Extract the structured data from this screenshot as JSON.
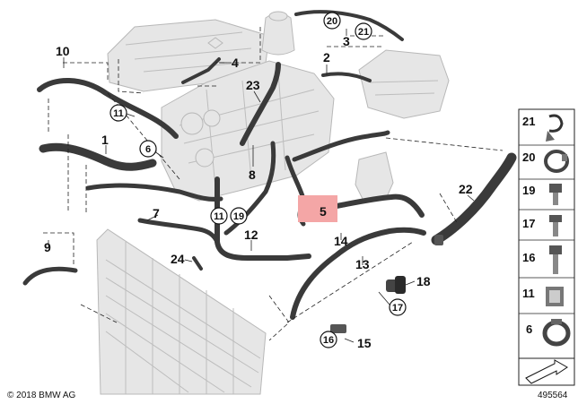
{
  "copyright": "© 2018 BMW AG",
  "diagram_number": "495564",
  "highlight_color": "#f4a6a6",
  "callouts": [
    {
      "id": "c1",
      "label": "1"
    },
    {
      "id": "c2",
      "label": "2"
    },
    {
      "id": "c3",
      "label": "3"
    },
    {
      "id": "c4",
      "label": "4"
    },
    {
      "id": "c5",
      "label": "5",
      "highlighted": true
    },
    {
      "id": "c7",
      "label": "7"
    },
    {
      "id": "c8",
      "label": "8"
    },
    {
      "id": "c9",
      "label": "9"
    },
    {
      "id": "c10",
      "label": "10"
    },
    {
      "id": "c12",
      "label": "12"
    },
    {
      "id": "c13",
      "label": "13"
    },
    {
      "id": "c14",
      "label": "14"
    },
    {
      "id": "c15",
      "label": "15"
    },
    {
      "id": "c18",
      "label": "18"
    },
    {
      "id": "c22",
      "label": "22"
    },
    {
      "id": "c23",
      "label": "23"
    },
    {
      "id": "c24",
      "label": "24"
    }
  ],
  "circled_callouts": [
    {
      "id": "r20",
      "label": "20"
    },
    {
      "id": "r21",
      "label": "21"
    },
    {
      "id": "r11a",
      "label": "11"
    },
    {
      "id": "r6",
      "label": "6"
    },
    {
      "id": "r11b",
      "label": "11"
    },
    {
      "id": "r19",
      "label": "19"
    },
    {
      "id": "r17",
      "label": "17"
    },
    {
      "id": "r16",
      "label": "16"
    }
  ],
  "parts_panel": [
    {
      "label": "21",
      "icon": "spring-clip-icon"
    },
    {
      "label": "20",
      "icon": "hose-clamp-icon"
    },
    {
      "label": "19",
      "icon": "hex-bolt-icon"
    },
    {
      "label": "17",
      "icon": "screw-icon"
    },
    {
      "label": "16",
      "icon": "bolt-icon"
    },
    {
      "label": "11",
      "icon": "clip-icon"
    },
    {
      "label": "6",
      "icon": "clamp-ring-icon"
    }
  ]
}
